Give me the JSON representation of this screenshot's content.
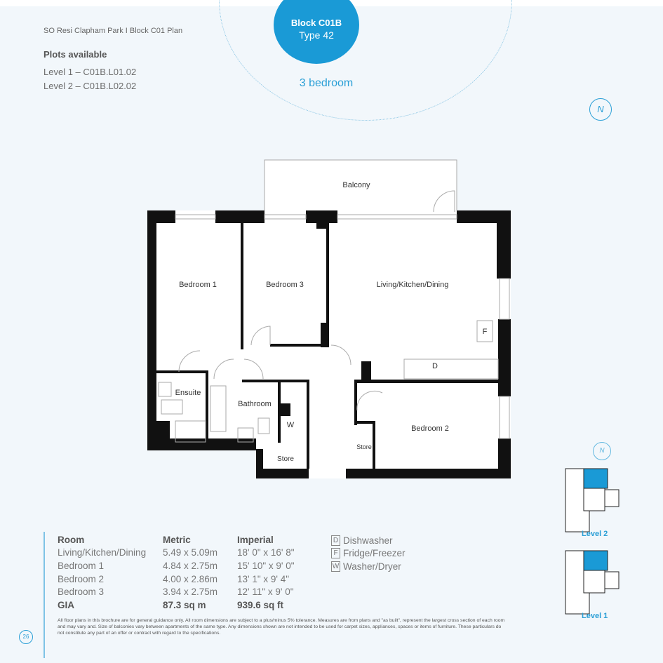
{
  "header": {
    "breadcrumb": "SO Resi Clapham Park I Block C01 Plan",
    "plots_title": "Plots available",
    "plots": [
      "Level 1 – C01B.L01.02",
      "Level 2 – C01B.L02.02"
    ]
  },
  "badge": {
    "block": "Block C01B",
    "type": "Type 42",
    "bedrooms": "3 bedroom"
  },
  "compass_label": "N",
  "plan": {
    "rooms": {
      "balcony": "Balcony",
      "bedroom1": "Bedroom 1",
      "bedroom3": "Bedroom 3",
      "living": "Living/Kitchen/Dining",
      "ensuite": "Ensuite",
      "bathroom": "Bathroom",
      "bedroom2": "Bedroom 2",
      "store1": "Store",
      "store2": "Store"
    },
    "appliances": {
      "fridge": "F",
      "dishwasher": "D",
      "washer": "W"
    }
  },
  "keyplans": [
    {
      "label": "Level 2"
    },
    {
      "label": "Level 1"
    }
  ],
  "accent_color": "#1a9ad6",
  "table": {
    "headers": [
      "Room",
      "Metric",
      "Imperial"
    ],
    "rows": [
      [
        "Living/Kitchen/Dining",
        "5.49 x 5.09m",
        "18' 0\" x 16' 8\""
      ],
      [
        "Bedroom 1",
        "4.84 x 2.75m",
        "15' 10\" x 9' 0\""
      ],
      [
        "Bedroom 2",
        "4.00 x 2.86m",
        "13' 1\" x 9' 4\""
      ],
      [
        "Bedroom 3",
        "3.94 x 2.75m",
        "12' 11\" x 9' 0\""
      ]
    ],
    "gia": [
      "GIA",
      "87.3 sq m",
      "939.6 sq ft"
    ]
  },
  "legend": [
    {
      "key": "D",
      "label": "Dishwasher"
    },
    {
      "key": "F",
      "label": "Fridge/Freezer"
    },
    {
      "key": "W",
      "label": "Washer/Dryer"
    }
  ],
  "disclaimer": "All floor plans in this brochure are for general guidance only. All room dimensions are subject to a plus/minus 5% tolerance. Measures are from plans and \"as built\", represent the largest cross section of each room and may vary and. Size of balconies vary between apartments of the same type. Any dimensions shown are not intended to be used for carpet sizes, appliances, spaces or items of furniture. These particulars do not constitute any part of an offer or contract with regard to the specifications.",
  "page_number": "26"
}
